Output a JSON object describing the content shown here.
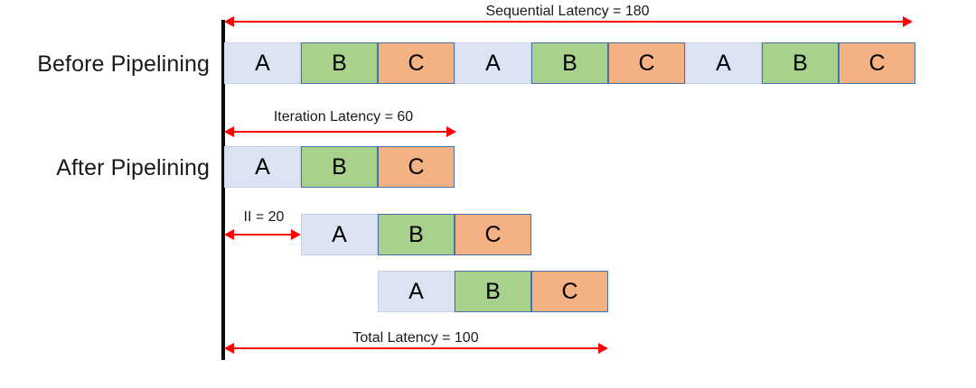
{
  "diagram": {
    "title_top": "Sequential Latency = 180",
    "colors": {
      "stage_a": "#dce3f2",
      "stage_b": "#a9d18e",
      "stage_c": "#f4b183",
      "block_border": "#4472a8",
      "arrow": "#ff0000",
      "axis": "#0d0d0d",
      "text": "#1a1a1a"
    },
    "row_labels": {
      "before": "Before Pipelining",
      "after": "After Pipelining"
    },
    "stage_names": {
      "a": "A",
      "b": "B",
      "c": "C"
    },
    "annotations": {
      "sequential_latency": "Sequential Latency = 180",
      "iteration_latency": "Iteration Latency = 60",
      "initiation_interval": "II = 20",
      "total_latency": "Total Latency = 100"
    },
    "values": {
      "sequential_latency": 180,
      "iteration_latency": 60,
      "initiation_interval": 20,
      "total_latency": 100,
      "stage_duration": 20,
      "iterations": 3
    },
    "before_row": {
      "blocks": [
        "A",
        "B",
        "C",
        "A",
        "B",
        "C",
        "A",
        "B",
        "C"
      ]
    },
    "after_rows": [
      {
        "blocks": [
          "A",
          "B",
          "C"
        ]
      },
      {
        "blocks": [
          "A",
          "B",
          "C"
        ]
      },
      {
        "blocks": [
          "A",
          "B",
          "C"
        ]
      }
    ]
  }
}
